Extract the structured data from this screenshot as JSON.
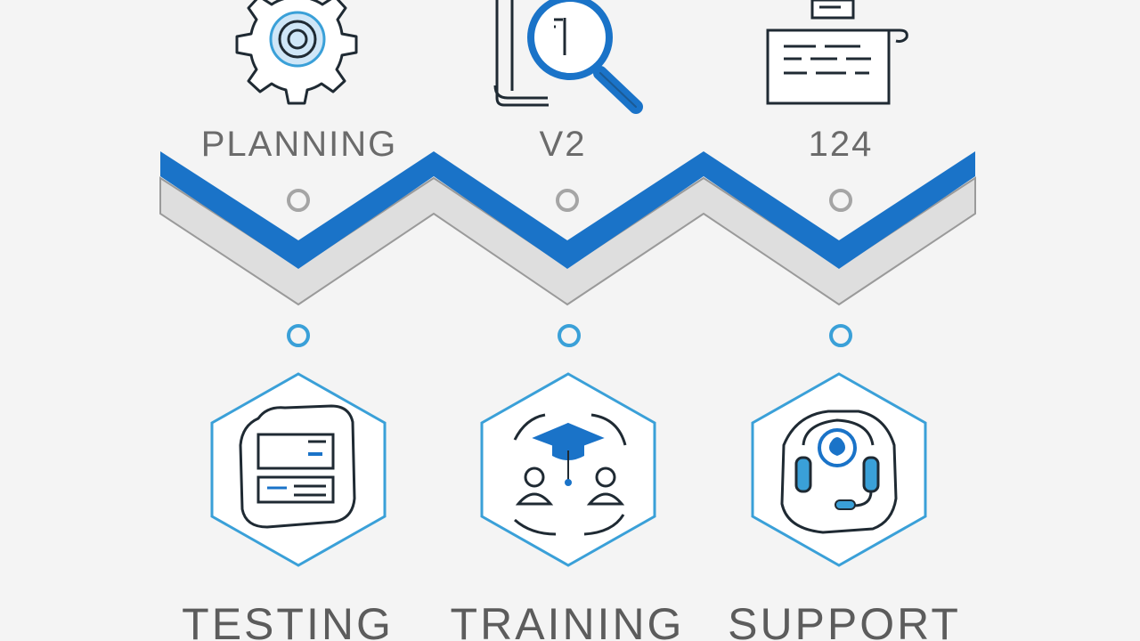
{
  "steps_top": [
    {
      "label": "PLANNING",
      "icon": "gear-icon"
    },
    {
      "label": "V2",
      "icon": "document-magnifier-icon"
    },
    {
      "label": "124",
      "icon": "scroll-document-icon"
    }
  ],
  "steps_bottom": [
    {
      "label": "TESTING",
      "icon": "form-document-icon"
    },
    {
      "label": "TRAINING",
      "icon": "graduation-cap-people-icon"
    },
    {
      "label": "SUPPORT",
      "icon": "headset-support-icon"
    }
  ],
  "colors": {
    "accent_blue": "#1a73c8",
    "light_blue": "#3aa0d8",
    "gray_band": "#dedede",
    "line_dark": "#1f2a33",
    "text_gray": "#6b6b6b"
  }
}
